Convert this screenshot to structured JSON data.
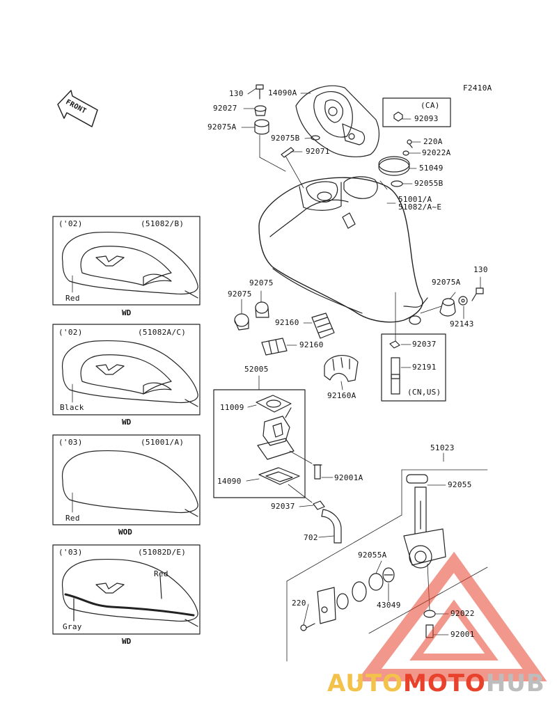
{
  "figure_code": "F2410A",
  "front_label": "FRONT",
  "parts": {
    "p130_top": "130",
    "p14090A": "14090A",
    "p92027": "92027",
    "p92075A_left": "92075A",
    "p92075B": "92075B",
    "p92071": "92071",
    "ca_title": "(CA)",
    "p92093": "92093",
    "p220A": "220A",
    "p92022A": "92022A",
    "p51049": "51049",
    "p92055B": "92055B",
    "p51001A": "51001/A",
    "p51082AE": "51082/A~E",
    "p130_right": "130",
    "p92075A_right": "92075A",
    "p92143": "92143",
    "p92075_a": "92075",
    "p92075_b": "92075",
    "p92160_a": "92160",
    "p92160_b": "92160",
    "p92160A": "92160A",
    "p92037_top": "92037",
    "p92191": "92191",
    "cnus": "(CN,US)",
    "p52005": "52005",
    "p11009": "11009",
    "p14090": "14090",
    "p92001A": "92001A",
    "p92037_bot": "92037",
    "p702": "702",
    "p51023": "51023",
    "p92055": "92055",
    "p92055A": "92055A",
    "p43049": "43049",
    "p220": "220",
    "p92022": "92022",
    "p92001": "92001"
  },
  "variants": [
    {
      "year": "('02)",
      "code": "(51082/B)",
      "color": "Red",
      "caption": "WD"
    },
    {
      "year": "('02)",
      "code": "(51082A/C)",
      "color": "Black",
      "caption": "WD"
    },
    {
      "year": "('03)",
      "code": "(51001/A)",
      "color": "Red",
      "caption": "WOD"
    },
    {
      "year": "('03)",
      "code": "(51082D/E)",
      "color_top": "Red",
      "color": "Gray",
      "caption": "WD"
    }
  ],
  "watermark": {
    "part1": "AUTO",
    "part2": "MOTO",
    "part3": "HUB",
    "color1": "#f3c24a",
    "color2": "#e8412c",
    "color3": "#bdbdbd"
  }
}
